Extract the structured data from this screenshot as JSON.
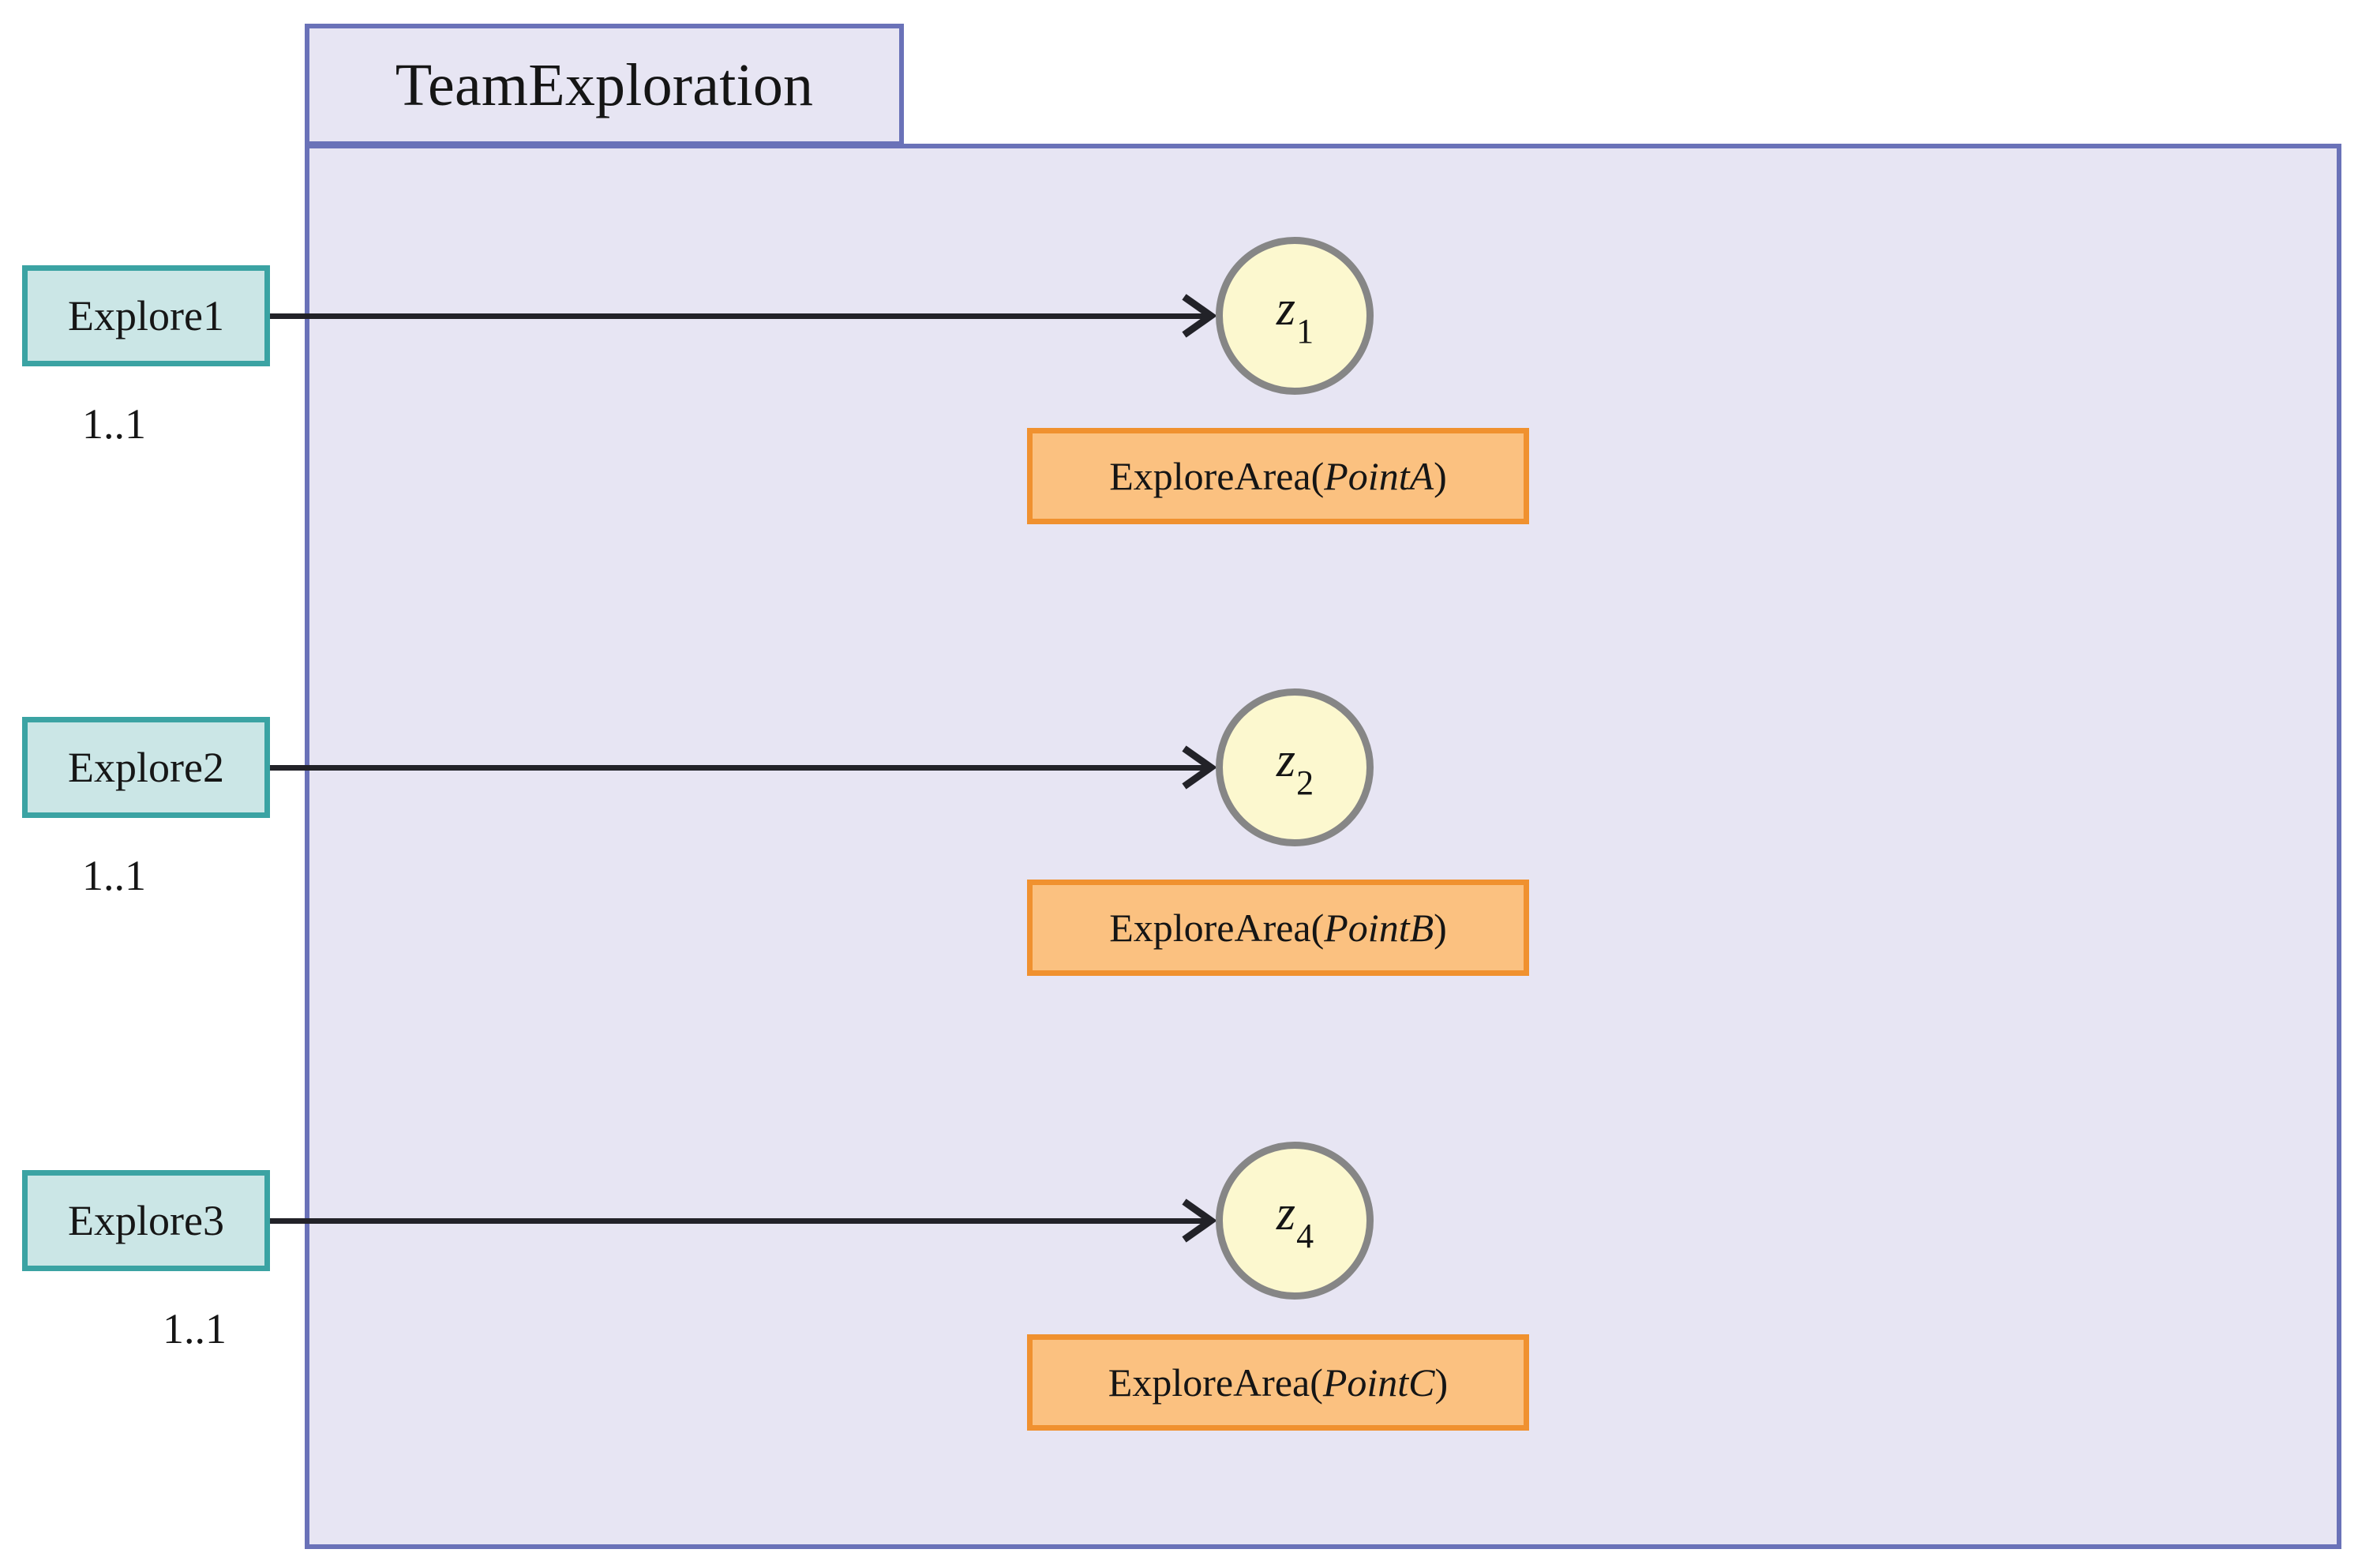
{
  "diagram": {
    "package": {
      "title": "TeamExploration"
    },
    "actors": [
      {
        "label": "Explore1",
        "multiplicity": "1..1"
      },
      {
        "label": "Explore2",
        "multiplicity": "1..1"
      },
      {
        "label": "Explore3",
        "multiplicity": "1..1"
      }
    ],
    "states": [
      {
        "symbol": "z",
        "subscript": "1"
      },
      {
        "symbol": "z",
        "subscript": "2"
      },
      {
        "symbol": "z",
        "subscript": "4"
      }
    ],
    "actions": [
      {
        "name": "ExploreArea(",
        "arg": "PointA",
        "close": ")"
      },
      {
        "name": "ExploreArea(",
        "arg": "PointB",
        "close": ")"
      },
      {
        "name": "ExploreArea(",
        "arg": "PointC",
        "close": ")"
      }
    ],
    "colors": {
      "package_fill": "#e7e5f3",
      "package_border": "#6a72b8",
      "actor_fill": "#cbe6e6",
      "actor_border": "#3ba3a3",
      "state_fill": "#fcf8cf",
      "state_border": "#868686",
      "action_fill": "#fbc180",
      "action_border": "#f0912f",
      "connector": "#222228"
    }
  }
}
